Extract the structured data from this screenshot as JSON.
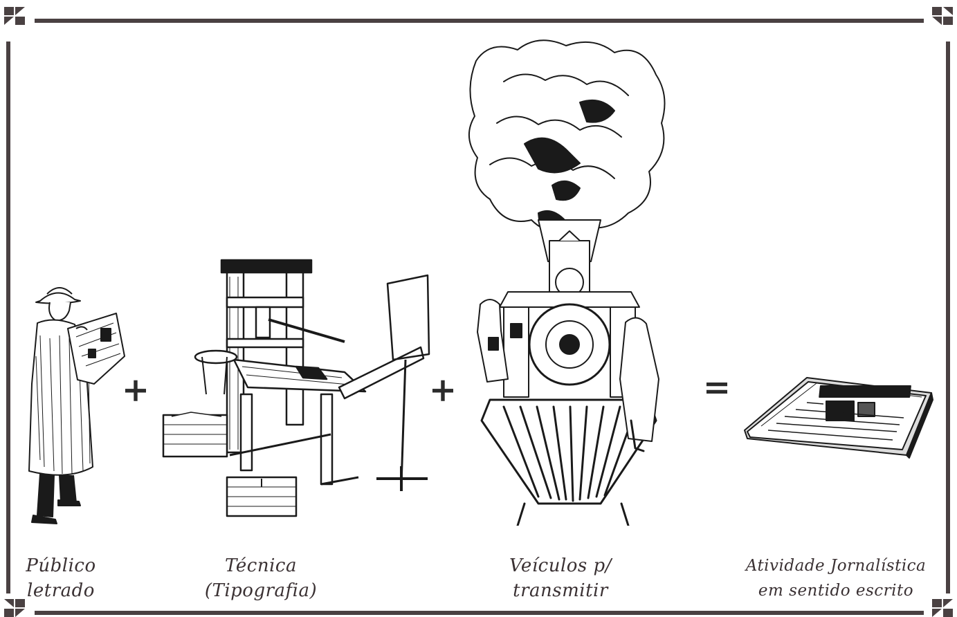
{
  "equation": {
    "terms": [
      {
        "figure": "man-reading-newspaper",
        "caption_lines": [
          "Público",
          "letrado"
        ]
      },
      {
        "figure": "printing-press",
        "caption_lines": [
          "Técnica",
          "(Tipografia)"
        ]
      },
      {
        "figure": "steam-locomotive",
        "caption_lines": [
          "Veículos p/",
          "transmitir"
        ]
      },
      {
        "figure": "newspaper-stack",
        "caption_lines": [
          "Atividade Jornalística",
          "em sentido escrito"
        ]
      }
    ],
    "operators": [
      "+",
      "+",
      "="
    ]
  },
  "colors": {
    "frame": "#4a4142",
    "ink": "#1a1a1a",
    "caption": "#3a3133"
  }
}
